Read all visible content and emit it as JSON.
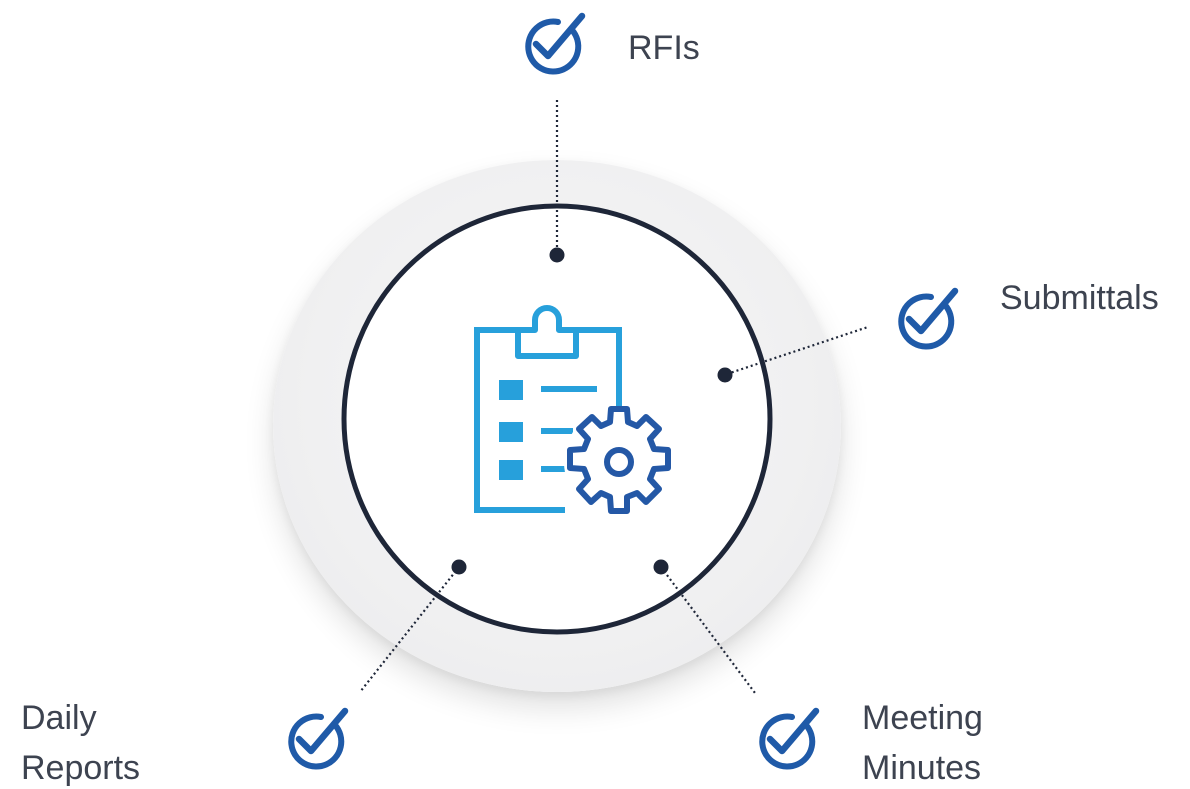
{
  "diagram": {
    "center_icon": "clipboard-gear-icon",
    "items": [
      {
        "id": "rfis",
        "lines": [
          "RFIs"
        ],
        "icon": "check-circle-icon"
      },
      {
        "id": "submittals",
        "lines": [
          "Submittals"
        ],
        "icon": "check-circle-icon"
      },
      {
        "id": "daily-reports",
        "lines": [
          "Daily",
          "Reports"
        ],
        "icon": "check-circle-icon"
      },
      {
        "id": "meeting-minutes",
        "lines": [
          "Meeting",
          "Minutes"
        ],
        "icon": "check-circle-icon"
      }
    ]
  },
  "colors": {
    "check_blue": "#1f5aa8",
    "icon_light_blue": "#27a0db",
    "gear_blue": "#2458a6",
    "circle_outline": "#1e2638",
    "dot": "#1e2638",
    "text": "#3d4350"
  }
}
